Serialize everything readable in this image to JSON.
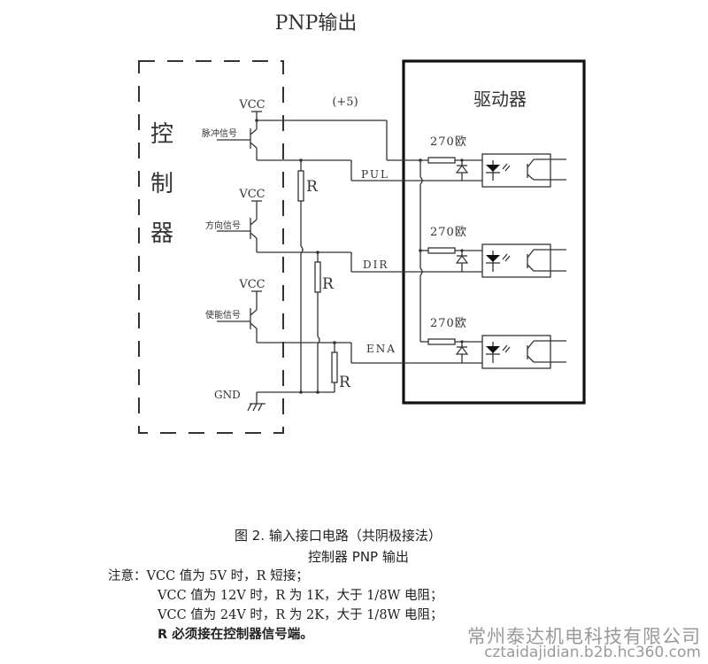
{
  "diagram": {
    "title": "PNP输出",
    "controller": {
      "label_chars": [
        "控",
        "制",
        "器"
      ],
      "vcc_label": "VCC",
      "gnd_label": "GND",
      "signals": [
        {
          "label": "脉冲信号",
          "line": "PUL"
        },
        {
          "label": "方向信号",
          "line": "DIR"
        },
        {
          "label": "使能信号",
          "line": "ENA"
        }
      ],
      "resistor_label": "R"
    },
    "supply_label": "(+5)",
    "driver": {
      "title": "驱动器",
      "resistor_value": "270欧",
      "channels": [
        "PUL",
        "DIR",
        "ENA"
      ]
    }
  },
  "caption": {
    "line1": "图 2. 输入接口电路（共阴极接法）",
    "line2": "控制器 PNP 输出"
  },
  "notes": {
    "prefix": "注意：",
    "lines": [
      "VCC 值为 5V 时，R 短接；",
      "VCC 值为 12V 时，R 为 1K，大于 1/8W 电阻；",
      "VCC 值为 24V 时，R 为 2K，大于 1/8W 电阻；",
      "R 必须接在控制器信号端。"
    ]
  },
  "watermark": {
    "company": "常州泰达机电科技有限公司",
    "url": "cztaidajidian.b2b.hc360.com"
  }
}
